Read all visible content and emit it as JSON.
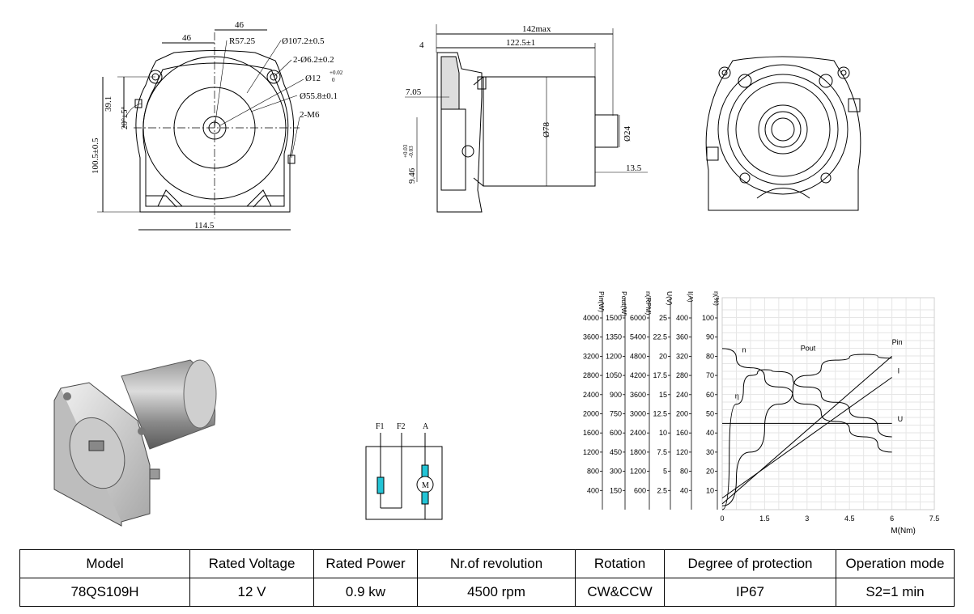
{
  "drawings": {
    "front": {
      "dims": [
        "46",
        "46",
        "R57.25",
        "Ø107.2±0.5",
        "2-Ø6.2±0.2",
        "Ø12",
        "+0.02",
        "0",
        "Ø55.8±0.1",
        "2-M6",
        "39.1",
        "20°±5°",
        "100.5±0.5",
        "114.5"
      ]
    },
    "side": {
      "dims": [
        "142max",
        "122.5±1",
        "4",
        "7.05",
        "Ø78",
        "Ø24",
        "13.5",
        "9.46",
        "+0.03",
        "-0.03"
      ]
    }
  },
  "wiring": {
    "labels": [
      "F1",
      "F2",
      "A"
    ],
    "motor_symbol": "M"
  },
  "chart_data": {
    "type": "line",
    "xlabel": "M(Nm)",
    "x_ticks": [
      "0",
      "1.5",
      "3",
      "4.5",
      "6",
      "7.5"
    ],
    "xlim": [
      0,
      7.5
    ],
    "axes": [
      {
        "label": "Pin(W)",
        "ticks": [
          "4000",
          "3600",
          "3200",
          "2800",
          "2400",
          "2000",
          "1600",
          "1200",
          "800",
          "400"
        ]
      },
      {
        "label": "Pout(W)",
        "ticks": [
          "1500",
          "1350",
          "1200",
          "1050",
          "900",
          "750",
          "600",
          "450",
          "300",
          "150"
        ]
      },
      {
        "label": "n(RPM)",
        "ticks": [
          "6000",
          "5400",
          "4800",
          "4200",
          "3600",
          "3000",
          "2400",
          "1800",
          "1200",
          "600"
        ]
      },
      {
        "label": "U(V)",
        "ticks": [
          "25",
          "22.5",
          "20",
          "17.5",
          "15",
          "12.5",
          "10",
          "7.5",
          "5",
          "2.5"
        ]
      },
      {
        "label": "I(A)",
        "ticks": [
          "400",
          "360",
          "320",
          "280",
          "240",
          "200",
          "160",
          "120",
          "80",
          "40"
        ]
      },
      {
        "label": "η(%)",
        "ticks": [
          "100",
          "90",
          "80",
          "70",
          "60",
          "50",
          "40",
          "30",
          "20",
          "10"
        ]
      }
    ],
    "series_scale_note": "y values below are given on the η(%) scale (0–100)",
    "series": [
      {
        "name": "n",
        "x": [
          0,
          1,
          2,
          3,
          4,
          5,
          6
        ],
        "y": [
          84,
          74,
          64,
          55,
          46,
          38,
          30
        ]
      },
      {
        "name": "η",
        "x": [
          0,
          0.5,
          1,
          1.5,
          2,
          3,
          4,
          5,
          6
        ],
        "y": [
          0,
          55,
          70,
          73,
          72,
          64,
          56,
          48,
          38
        ]
      },
      {
        "name": "Pout",
        "x": [
          0,
          1,
          2,
          3,
          4,
          5,
          6
        ],
        "y": [
          2,
          30,
          55,
          70,
          78,
          81,
          79
        ]
      },
      {
        "name": "Pin",
        "x": [
          0,
          6
        ],
        "y": [
          3,
          80
        ]
      },
      {
        "name": "I",
        "x": [
          0,
          6
        ],
        "y": [
          6,
          69
        ]
      },
      {
        "name": "U",
        "x": [
          0,
          6
        ],
        "y": [
          45,
          45
        ]
      }
    ]
  },
  "spec_table": {
    "headers": [
      "Model",
      "Rated Voltage",
      "Rated Power",
      "Nr.of revolution",
      "Rotation",
      "Degree of protection",
      "Operation mode"
    ],
    "values": [
      "78QS109H",
      "12 V",
      "0.9 kw",
      "4500 rpm",
      "CW&CCW",
      "IP67",
      "S2=1 min"
    ]
  }
}
